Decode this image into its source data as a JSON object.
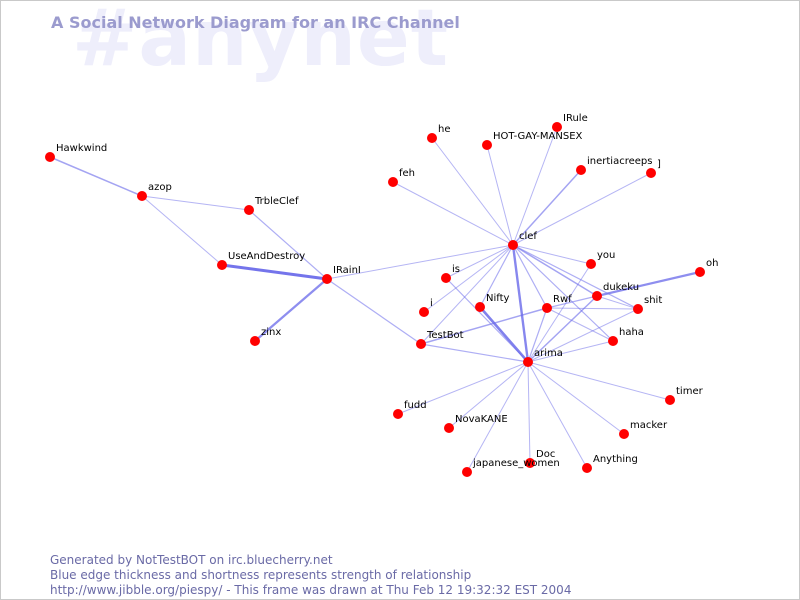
{
  "watermark": "#anynet",
  "title": "A Social Network Diagram for an IRC Channel",
  "footer": {
    "line1": "Generated by NotTestBOT on irc.bluecherry.net",
    "line2": "Blue edge thickness and shortness represents strength of relationship",
    "line3": "http://www.jibble.org/piespy/ - This frame was drawn at Thu Feb 12 19:32:32 EST 2004"
  },
  "colors": {
    "node": "#ff0000",
    "edge": "#6b6bea",
    "title": "#9b9bce",
    "watermark": "#eeeefb"
  },
  "nodes": [
    {
      "id": "Hawkwind",
      "label": "Hawkwind"
    },
    {
      "id": "azop",
      "label": "azop"
    },
    {
      "id": "TrbleClef",
      "label": "TrbleClef"
    },
    {
      "id": "UseAndDestroy",
      "label": "UseAndDestroy"
    },
    {
      "id": "IRainI",
      "label": "IRainI"
    },
    {
      "id": "zinx",
      "label": "zinx"
    },
    {
      "id": "TestBot",
      "label": "TestBot"
    },
    {
      "id": "he",
      "label": "he"
    },
    {
      "id": "HOT-GAY-MANSEX",
      "label": "HOT-GAY-MANSEX"
    },
    {
      "id": "IRule",
      "label": "IRule"
    },
    {
      "id": "inertiacreeps",
      "label": "inertiacreeps"
    },
    {
      "id": "]",
      "label": "]"
    },
    {
      "id": "feh",
      "label": "feh"
    },
    {
      "id": "clef",
      "label": "clef"
    },
    {
      "id": "is",
      "label": "is"
    },
    {
      "id": "you",
      "label": "you"
    },
    {
      "id": "oh",
      "label": "oh"
    },
    {
      "id": "dukeku",
      "label": "dukeku"
    },
    {
      "id": "i",
      "label": "i"
    },
    {
      "id": "Nifty",
      "label": "Nifty"
    },
    {
      "id": "Rwf",
      "label": "Rwf"
    },
    {
      "id": "shit",
      "label": "shit"
    },
    {
      "id": "haha",
      "label": "haha"
    },
    {
      "id": "arima",
      "label": "arima"
    },
    {
      "id": "timer",
      "label": "timer"
    },
    {
      "id": "fudd",
      "label": "fudd"
    },
    {
      "id": "NovaKANE",
      "label": "NovaKANE"
    },
    {
      "id": "macker",
      "label": "macker"
    },
    {
      "id": "Doc",
      "label": "Doc"
    },
    {
      "id": "Anything",
      "label": "Anything"
    },
    {
      "id": "japanese_women",
      "label": "japanese_women"
    }
  ],
  "edges": [
    {
      "source": "Hawkwind",
      "target": "azop",
      "strength": 1.5
    },
    {
      "source": "azop",
      "target": "TrbleClef",
      "strength": 1
    },
    {
      "source": "azop",
      "target": "UseAndDestroy",
      "strength": 1
    },
    {
      "source": "TrbleClef",
      "target": "IRainI",
      "strength": 1.2
    },
    {
      "source": "UseAndDestroy",
      "target": "IRainI",
      "strength": 3
    },
    {
      "source": "zinx",
      "target": "IRainI",
      "strength": 2.2
    },
    {
      "source": "IRainI",
      "target": "TestBot",
      "strength": 1.2
    },
    {
      "source": "IRainI",
      "target": "clef",
      "strength": 1
    },
    {
      "source": "clef",
      "target": "he",
      "strength": 1
    },
    {
      "source": "clef",
      "target": "HOT-GAY-MANSEX",
      "strength": 1
    },
    {
      "source": "clef",
      "target": "IRule",
      "strength": 1
    },
    {
      "source": "clef",
      "target": "inertiacreeps",
      "strength": 1.5
    },
    {
      "source": "clef",
      "target": "]",
      "strength": 1
    },
    {
      "source": "clef",
      "target": "feh",
      "strength": 1
    },
    {
      "source": "clef",
      "target": "you",
      "strength": 1
    },
    {
      "source": "clef",
      "target": "dukeku",
      "strength": 1.5
    },
    {
      "source": "clef",
      "target": "shit",
      "strength": 1.2
    },
    {
      "source": "clef",
      "target": "haha",
      "strength": 1.2
    },
    {
      "source": "clef",
      "target": "Rwf",
      "strength": 1.2
    },
    {
      "source": "clef",
      "target": "Nifty",
      "strength": 1.2
    },
    {
      "source": "clef",
      "target": "is",
      "strength": 1
    },
    {
      "source": "clef",
      "target": "i",
      "strength": 1
    },
    {
      "source": "clef",
      "target": "arima",
      "strength": 2.4
    },
    {
      "source": "clef",
      "target": "TestBot",
      "strength": 1
    },
    {
      "source": "dukeku",
      "target": "oh",
      "strength": 2.2
    },
    {
      "source": "dukeku",
      "target": "Rwf",
      "strength": 1.2
    },
    {
      "source": "dukeku",
      "target": "shit",
      "strength": 1
    },
    {
      "source": "dukeku",
      "target": "arima",
      "strength": 1.5
    },
    {
      "source": "Rwf",
      "target": "shit",
      "strength": 1
    },
    {
      "source": "Rwf",
      "target": "TestBot",
      "strength": 1.5
    },
    {
      "source": "Rwf",
      "target": "arima",
      "strength": 1.2
    },
    {
      "source": "Rwf",
      "target": "haha",
      "strength": 1
    },
    {
      "source": "Nifty",
      "target": "arima",
      "strength": 2.6
    },
    {
      "source": "is",
      "target": "arima",
      "strength": 1.2
    },
    {
      "source": "TestBot",
      "target": "arima",
      "strength": 1.2
    },
    {
      "source": "you",
      "target": "arima",
      "strength": 1
    },
    {
      "source": "shit",
      "target": "arima",
      "strength": 1
    },
    {
      "source": "haha",
      "target": "arima",
      "strength": 1
    },
    {
      "source": "arima",
      "target": "timer",
      "strength": 1
    },
    {
      "source": "arima",
      "target": "fudd",
      "strength": 1
    },
    {
      "source": "arima",
      "target": "NovaKANE",
      "strength": 1
    },
    {
      "source": "arima",
      "target": "macker",
      "strength": 1
    },
    {
      "source": "arima",
      "target": "Doc",
      "strength": 1
    },
    {
      "source": "arima",
      "target": "Anything",
      "strength": 1
    },
    {
      "source": "arima",
      "target": "japanese_women",
      "strength": 1
    }
  ]
}
